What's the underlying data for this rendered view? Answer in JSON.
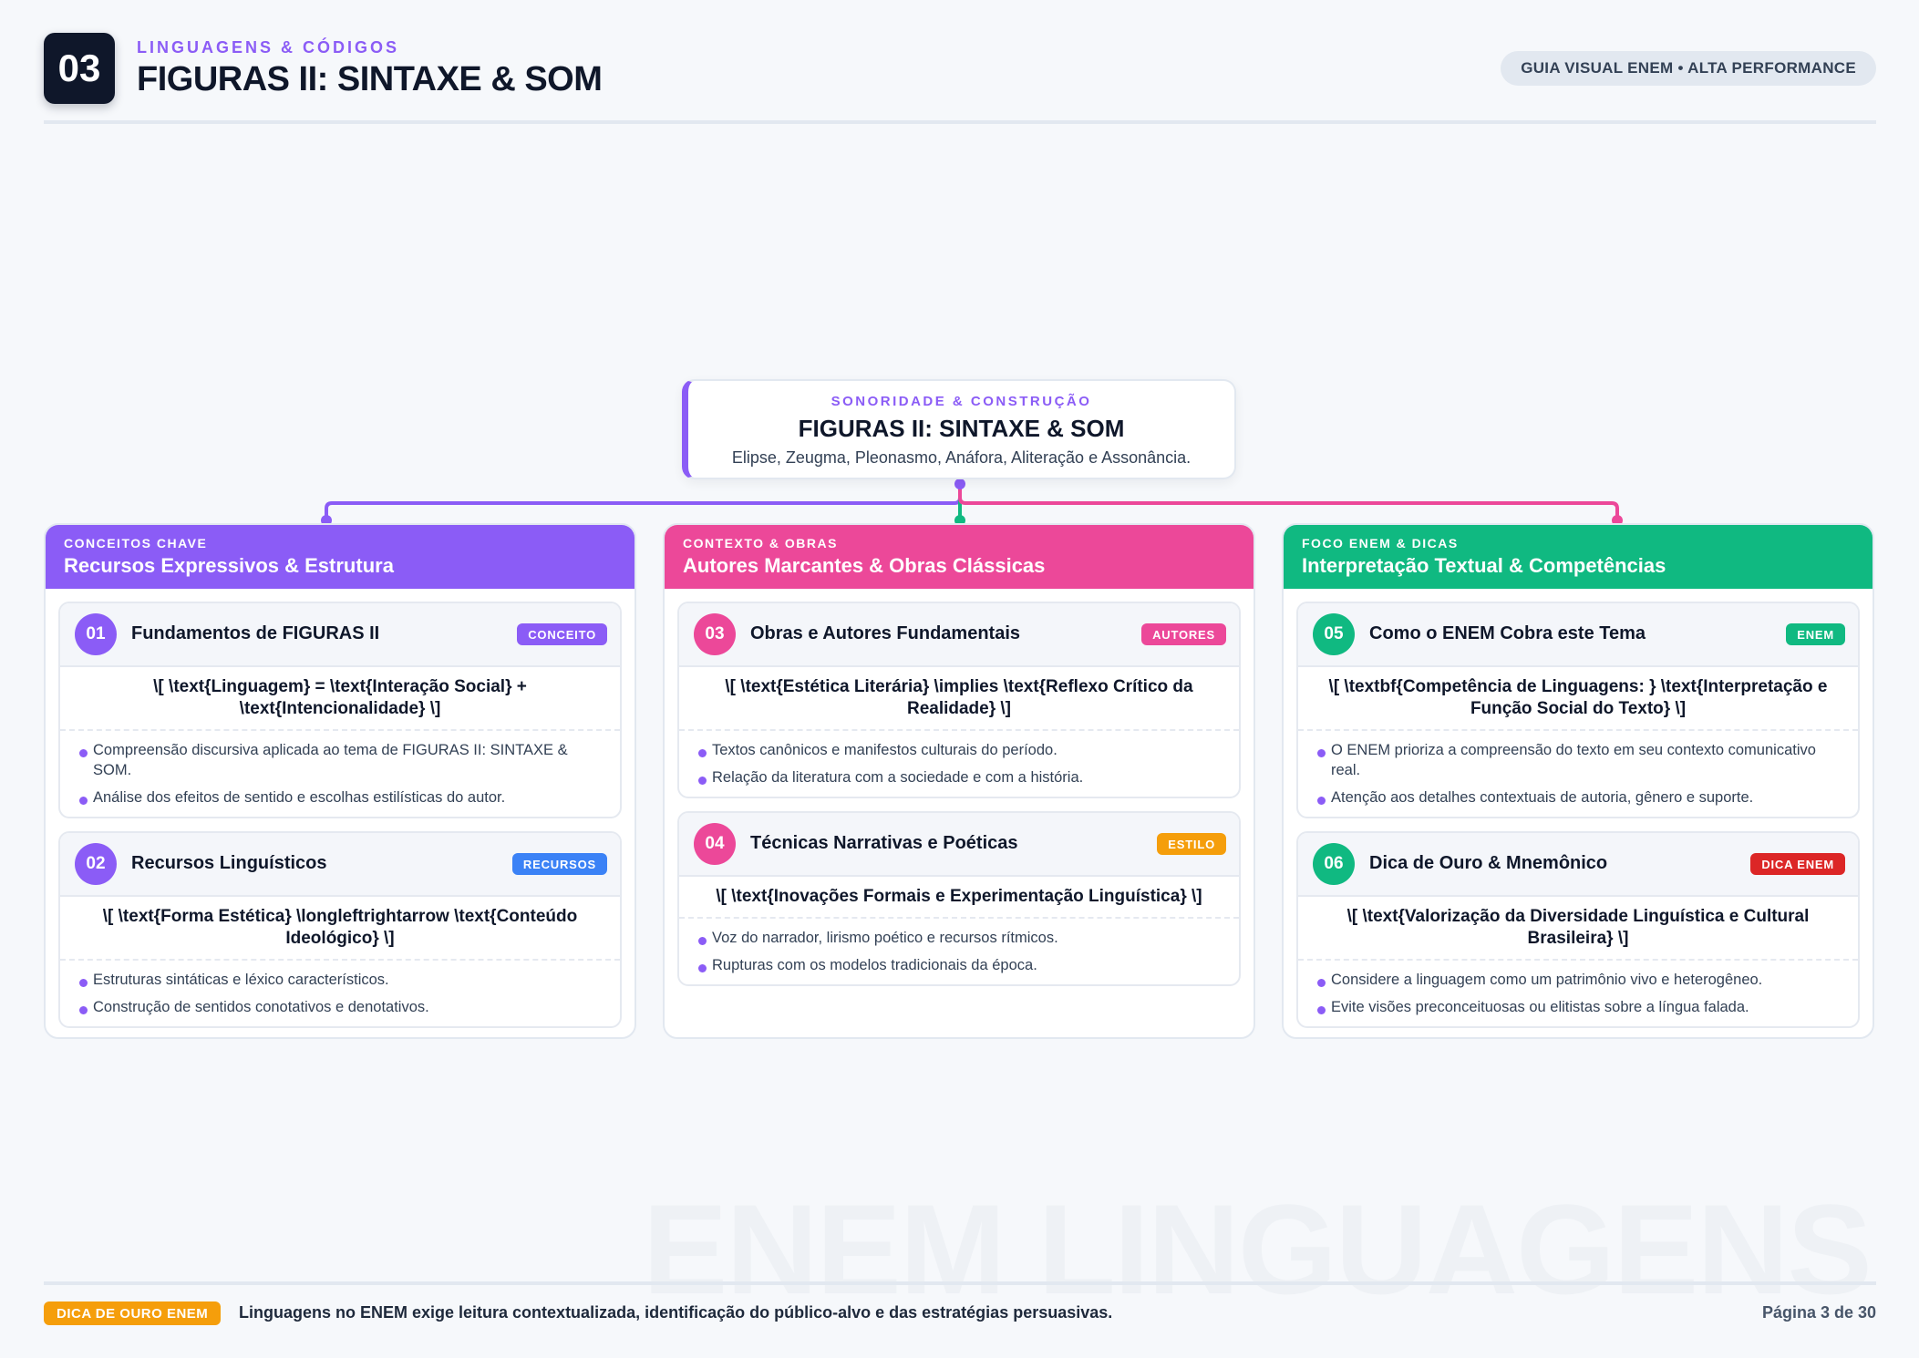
{
  "header": {
    "number": "03",
    "kicker": "LINGUAGENS & CÓDIGOS",
    "title": "FIGURAS II: SINTAXE & SOM",
    "pill": "GUIA VISUAL ENEM • ALTA PERFORMANCE"
  },
  "watermark": "ENEM LINGUAGENS",
  "root": {
    "kicker": "SONORIDADE & CONSTRUÇÃO",
    "title": "FIGURAS II: SINTAXE & SOM",
    "subtitle": "Elipse, Zeugma, Pleonasmo, Anáfora, Aliteração e Assonância."
  },
  "colors": {
    "purple": "#8b5cf6",
    "pink": "#ec4899",
    "green": "#10b981",
    "blue": "#3b82f6",
    "amber": "#f59e0b",
    "red": "#dc2626"
  },
  "columns": [
    {
      "kicker": "CONCEITOS CHAVE",
      "title": "Recursos Expressivos & Estrutura",
      "cards": [
        {
          "num": "01",
          "title": "Fundamentos de FIGURAS II",
          "tag": "CONCEITO",
          "formula": "\\[ \\text{Linguagem} = \\text{Interação Social} + \\text{Intencionalidade} \\]",
          "bullets": [
            "Compreensão discursiva aplicada ao tema de FIGURAS II: SINTAXE & SOM.",
            "Análise dos efeitos de sentido e escolhas estilísticas do autor."
          ]
        },
        {
          "num": "02",
          "title": "Recursos Linguísticos",
          "tag": "RECURSOS",
          "formula": "\\[ \\text{Forma Estética} \\longleftrightarrow \\text{Conteúdo Ideológico} \\]",
          "bullets": [
            "Estruturas sintáticas e léxico característicos.",
            "Construção de sentidos conotativos e denotativos."
          ]
        }
      ]
    },
    {
      "kicker": "CONTEXTO & OBRAS",
      "title": "Autores Marcantes & Obras Clássicas",
      "cards": [
        {
          "num": "03",
          "title": "Obras e Autores Fundamentais",
          "tag": "AUTORES",
          "formula": "\\[ \\text{Estética Literária} \\implies \\text{Reflexo Crítico da Realidade} \\]",
          "bullets": [
            "Textos canônicos e manifestos culturais do período.",
            "Relação da literatura com a sociedade e com a história."
          ]
        },
        {
          "num": "04",
          "title": "Técnicas Narrativas e Poéticas",
          "tag": "ESTILO",
          "formula": "\\[ \\text{Inovações Formais e Experimentação Linguística} \\]",
          "bullets": [
            "Voz do narrador, lirismo poético e recursos rítmicos.",
            "Rupturas com os modelos tradicionais da época."
          ]
        }
      ]
    },
    {
      "kicker": "FOCO ENEM & DICAS",
      "title": "Interpretação Textual & Competências",
      "cards": [
        {
          "num": "05",
          "title": "Como o ENEM Cobra este Tema",
          "tag": "ENEM",
          "formula": "\\[ \\textbf{Competência de Linguagens: } \\text{Interpretação e Função Social do Texto} \\]",
          "bullets": [
            "O ENEM prioriza a compreensão do texto em seu contexto comunicativo real.",
            "Atenção aos detalhes contextuais de autoria, gênero e suporte."
          ]
        },
        {
          "num": "06",
          "title": "Dica de Ouro & Mnemônico",
          "tag": "DICA ENEM",
          "formula": "\\[ \\text{Valorização da Diversidade Linguística e Cultural Brasileira} \\]",
          "bullets": [
            "Considere a linguagem como um patrimônio vivo e heterogêneo.",
            "Evite visões preconceituosas ou elitistas sobre a língua falada."
          ]
        }
      ]
    }
  ],
  "footer": {
    "tag": "DICA DE OURO ENEM",
    "text": "Linguagens no ENEM exige leitura contextualizada, identificação do público-alvo e das estratégias persuasivas.",
    "page": "Página 3 de 30"
  }
}
